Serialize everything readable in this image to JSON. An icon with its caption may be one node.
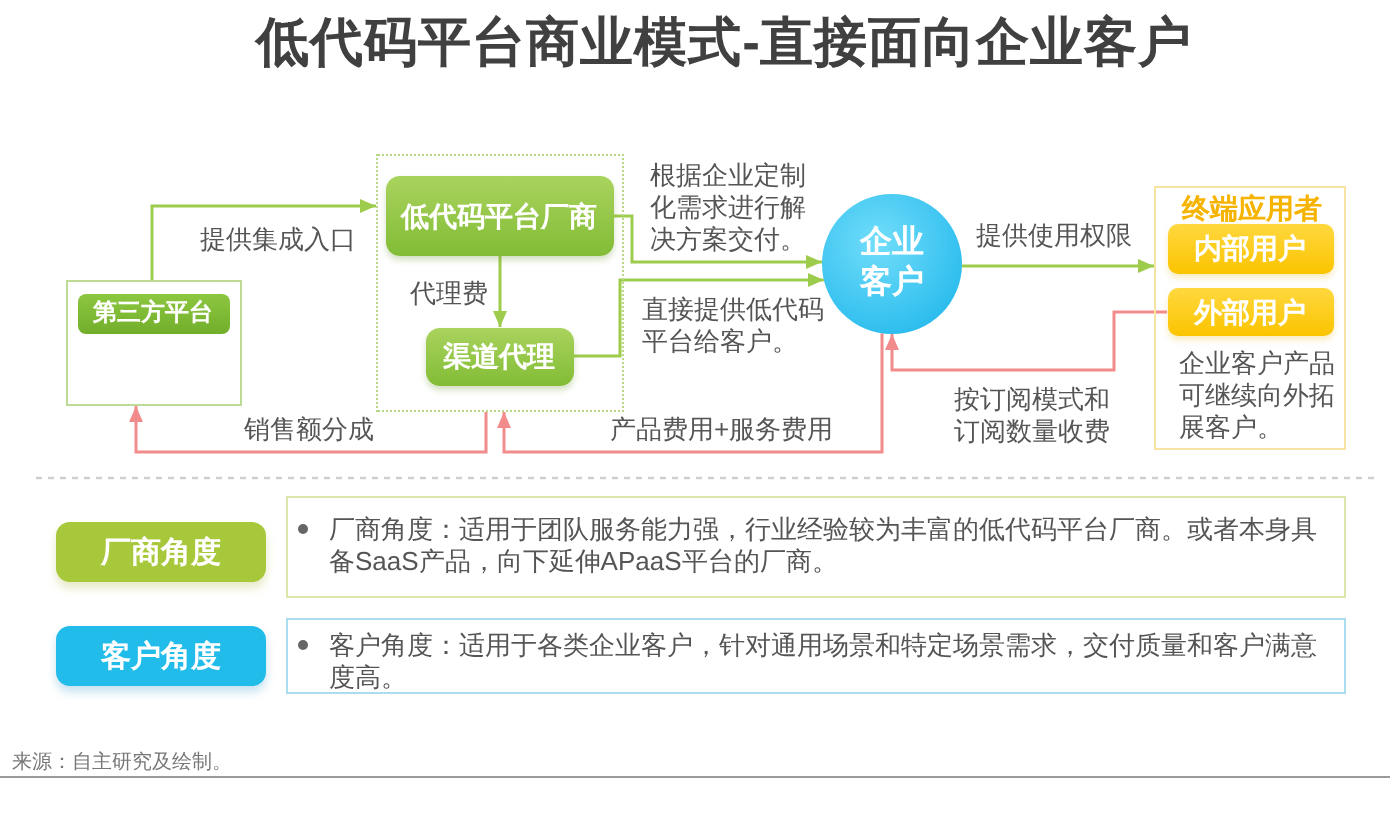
{
  "diagram": {
    "title": "低代码平台商业模式-直接面向企业客户",
    "nodes": [
      {
        "text": [],
        "shape": "box"
      },
      {
        "text": [
          "第三方平台"
        ],
        "in": 0
      },
      {
        "text": [],
        "shape": "box"
      },
      {
        "text": [
          "低代码平台厂商"
        ],
        "in": 2
      },
      {
        "text": [
          "渠道代理"
        ],
        "in": 2
      },
      {
        "text": [
          "企业客户"
        ]
      },
      {
        "text": [
          "终端应用者",
          "企业客户产品可继续向外拓展客户。"
        ]
      },
      {
        "text": [
          "内部用户"
        ],
        "in": 6
      },
      {
        "text": [
          "外部用户"
        ],
        "in": 6
      },
      {
        "text": [
          "厂商角度"
        ]
      },
      {
        "text": [
          "厂商角度：适用于团队服务能力强，行业经验较为丰富的低代码平台厂商。或者本身具备SaaS产品，向下延伸APaaS平台的厂商。"
        ]
      },
      {
        "text": [
          "客户角度"
        ]
      },
      {
        "text": [
          "客户角度：适用于各类企业客户，针对通用场景和特定场景需求，交付质量和客户满意度高。"
        ]
      }
    ],
    "edges": [
      {
        "from": 0,
        "to": 2,
        "arrow": "to",
        "label": "提供集成入口"
      },
      {
        "from": 3,
        "to": 4,
        "arrow": "to",
        "label": "代理费"
      },
      {
        "from": 3,
        "to": 5,
        "arrow": "to",
        "label": "根据企业定制化需求进行解决方案交付。"
      },
      {
        "from": 4,
        "to": 5,
        "arrow": "to",
        "label": "直接提供低代码平台给客户。"
      },
      {
        "from": 5,
        "to": 6,
        "arrow": "to",
        "label": "提供使用权限"
      },
      {
        "from": 2,
        "to": 0,
        "arrow": "to",
        "label": "销售额分成",
        "color": "#f28c8c"
      },
      {
        "from": 5,
        "to": 2,
        "arrow": "to",
        "label": "产品费用+服务费用",
        "color": "#f28c8c"
      },
      {
        "from": 8,
        "to": 5,
        "arrow": "to",
        "label": "按订阅模式和订阅数量收费",
        "color": "#f28c8c"
      }
    ],
    "labels": [
      "来源：自主研究及绘制。"
    ]
  }
}
